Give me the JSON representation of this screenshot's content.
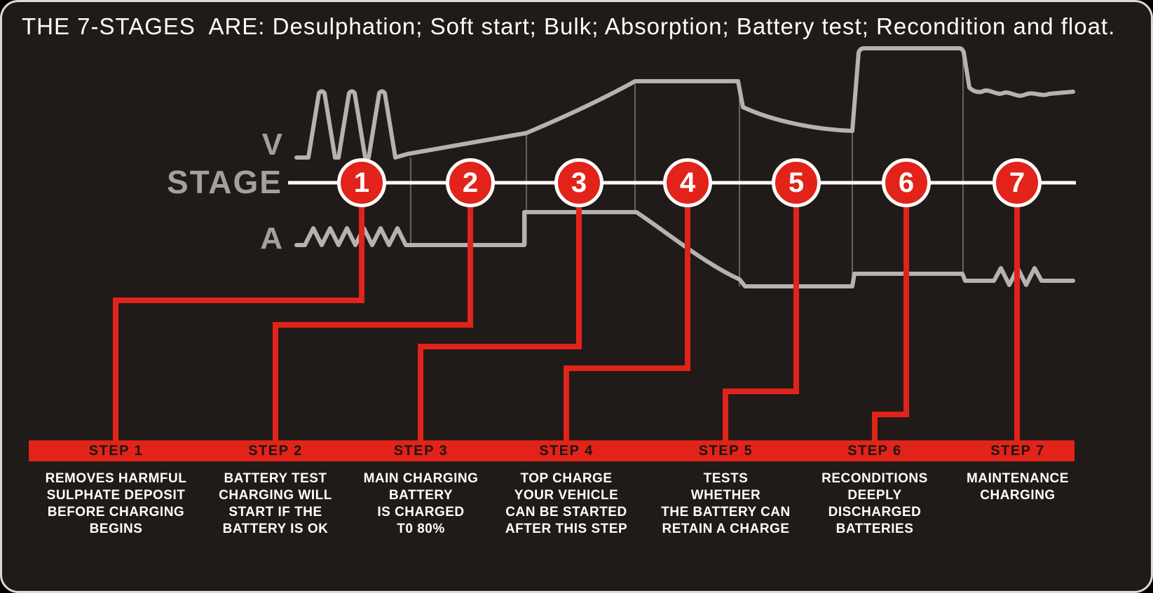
{
  "title": "THE 7-STAGES  ARE: Desulphation; Soft start; Bulk; Absorption; Battery test; Recondition and float.",
  "axis": {
    "v_label": "V",
    "stage_label": "STAGE",
    "a_label": "A"
  },
  "colors": {
    "background": "#201b18",
    "accent_red": "#e2231a",
    "curve_gray": "#b5b3b1",
    "label_gray": "#a3a19f",
    "text_white": "#ffffff",
    "step_label_dark": "#1c1512"
  },
  "stages": [
    {
      "number": "1",
      "step_label": "STEP 1",
      "description": "REMOVES HARMFUL\nSULPHATE DEPOSIT\nBEFORE CHARGING\nBEGINS"
    },
    {
      "number": "2",
      "step_label": "STEP 2",
      "description": "BATTERY TEST\nCHARGING WILL\nSTART IF THE\nBATTERY IS OK"
    },
    {
      "number": "3",
      "step_label": "STEP 3",
      "description": "MAIN CHARGING\nBATTERY\nIS CHARGED\nT0 80%"
    },
    {
      "number": "4",
      "step_label": "STEP 4",
      "description": "TOP CHARGE\nYOUR VEHICLE\nCAN BE STARTED\nAFTER THIS STEP"
    },
    {
      "number": "5",
      "step_label": "STEP 5",
      "description": "TESTS\nWHETHER\nTHE BATTERY CAN\nRETAIN A CHARGE"
    },
    {
      "number": "6",
      "step_label": "STEP 6",
      "description": "RECONDITIONS\nDEEPLY\nDISCHARGED\nBATTERIES"
    },
    {
      "number": "7",
      "step_label": "STEP 7",
      "description": "MAINTENANCE\nCHARGING"
    }
  ]
}
